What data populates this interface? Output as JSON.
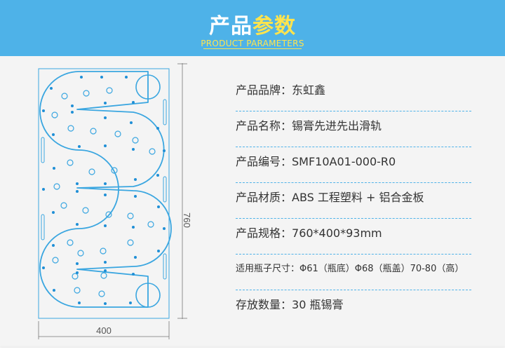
{
  "header": {
    "title_part1": "产品",
    "title_part2": "参数",
    "subtitle": "PRODUCT PARAMETERS"
  },
  "drawing": {
    "width_label": "400",
    "height_label": "760"
  },
  "specs": [
    {
      "label": "产品品牌：",
      "value": "东虹鑫"
    },
    {
      "label": "产品名称：",
      "value": "锡膏先进先出滑轨"
    },
    {
      "label": "产品编号：",
      "value": "SMF10A01-000-R0"
    },
    {
      "label": "产品材质：",
      "value": "ABS 工程塑料 + 铝合金板"
    },
    {
      "label": "产品规格：",
      "value": "760*400*93mm"
    },
    {
      "label": "适用瓶子尺寸：",
      "value": "Φ61（瓶底）Φ68（瓶盖）70-80（高）"
    },
    {
      "label": "存放数量：",
      "value": "30 瓶锡膏"
    }
  ],
  "colors": {
    "header_bg": "#4eb2e8",
    "accent": "#ffe44d",
    "line": "#3aa6e0",
    "dot": "#1f8fd6"
  }
}
